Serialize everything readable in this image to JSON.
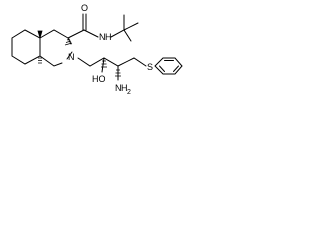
{
  "molecule": {
    "atoms": {
      "ring_nitrogen": "N",
      "amide_oxygen": "O",
      "amide_nh": "N",
      "amide_h": "H",
      "hydroxyl": "HO",
      "sulfur": "S",
      "amine_n": "N",
      "amine_h": "H",
      "amine_h_count": "2"
    },
    "colors": {
      "ink": "#000000",
      "background": "#ffffff"
    }
  }
}
